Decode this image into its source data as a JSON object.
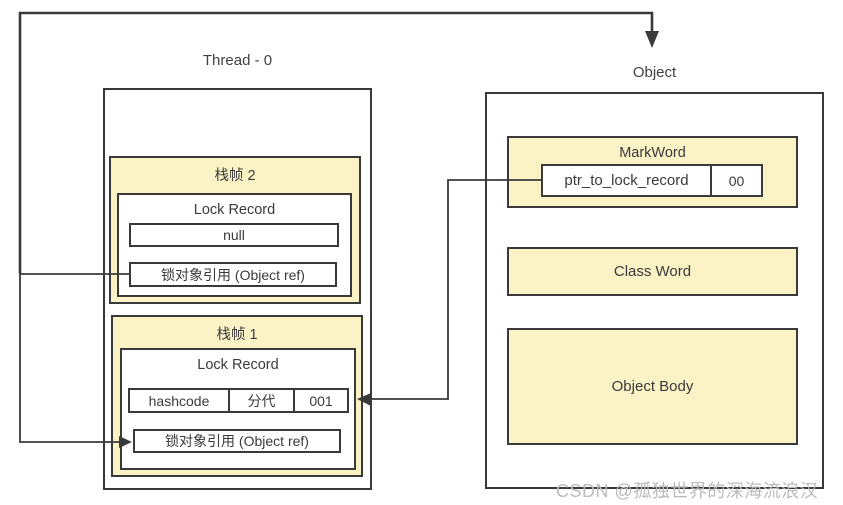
{
  "colors": {
    "line": "#3a3a3a",
    "fill_yellow": "#fbf3c6",
    "fill_white": "#ffffff",
    "text": "#3a3a3a",
    "watermark": "#bcbcbc"
  },
  "thread": {
    "title": "Thread - 0",
    "frame2": {
      "title": "栈帧 2",
      "lock_record_title": "Lock Record",
      "row_null": "null",
      "row_objref": "锁对象引用 (Object ref)"
    },
    "frame1": {
      "title": "栈帧 1",
      "lock_record_title": "Lock Record",
      "cells": [
        "hashcode",
        "分代",
        "001"
      ],
      "row_objref": "锁对象引用 (Object ref)"
    }
  },
  "object": {
    "title": "Object",
    "markword": {
      "title": "MarkWord",
      "ptr_label": "ptr_to_lock_record",
      "flag": "00"
    },
    "classword_label": "Class Word",
    "objectbody_label": "Object Body"
  },
  "watermark": "CSDN @孤独世界的深海流浪汉"
}
